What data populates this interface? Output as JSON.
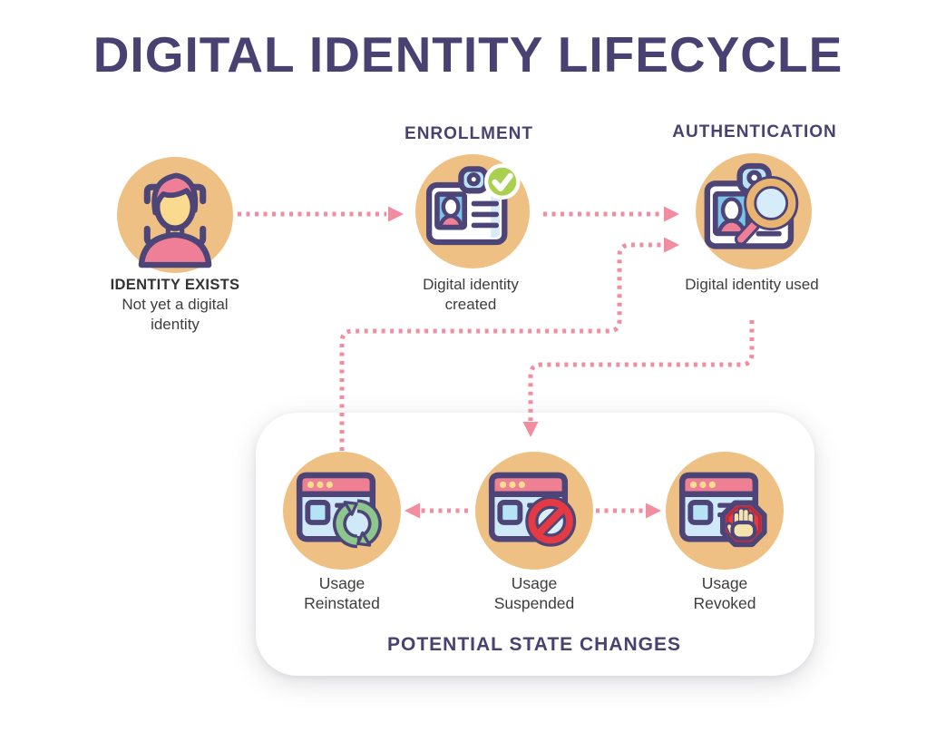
{
  "title": "DIGITAL IDENTITY LIFECYCLE",
  "palette": {
    "heading_purple": "#4a4173",
    "outline_purple": "#4d4477",
    "circle_tan": "#eec083",
    "arrow_pink": "#f28da0",
    "icon_pink": "#ee7f96",
    "skin_cream": "#f9da8e",
    "light_blue": "#cfe9f8",
    "photo_blue": "#7cc3e8",
    "check_green": "#a9d14f",
    "refresh_green": "#8cc88d",
    "alert_red": "#e53944",
    "text_dark": "#3d3d3d"
  },
  "stages": [
    {
      "id": "identity-exists",
      "icon": "face-scan-icon",
      "label": "IDENTITY EXISTS",
      "caption": "Not yet a digital identity"
    },
    {
      "id": "enrollment",
      "heading": "ENROLLMENT",
      "icon": "id-card-check-icon",
      "caption": "Digital identity created"
    },
    {
      "id": "authentication",
      "heading": "AUTHENTICATION",
      "icon": "id-card-magnifier-icon",
      "caption": "Digital identity used"
    }
  ],
  "state_changes": {
    "heading": "POTENTIAL STATE CHANGES",
    "items": [
      {
        "id": "usage-reinstated",
        "icon": "browser-refresh-icon",
        "label": "Usage Reinstated"
      },
      {
        "id": "usage-suspended",
        "icon": "browser-blocked-icon",
        "label": "Usage Suspended"
      },
      {
        "id": "usage-revoked",
        "icon": "browser-stop-icon",
        "label": "Usage Revoked"
      }
    ]
  }
}
